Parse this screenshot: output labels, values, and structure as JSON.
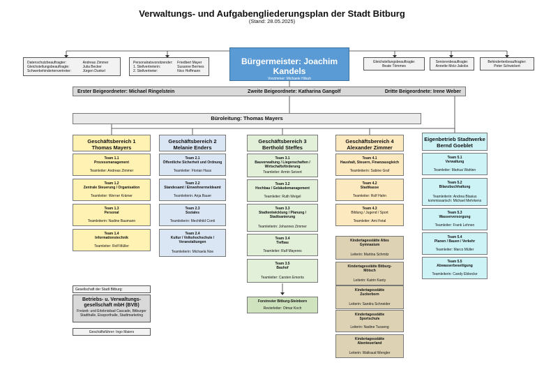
{
  "header": {
    "title": "Verwaltungs- und Aufgabengliederungsplan der Stadt Bitburg",
    "subtitle": "(Stand: 28.05.2025)"
  },
  "mayor": {
    "title": "Bürgermeister: Joachim Kandels",
    "sub": "Vorzimmer: Michaele Hilsuh"
  },
  "left_officers": [
    {
      "role": "Datenschutzbeauftragter:",
      "name": "Andreas Zimmer"
    },
    {
      "role": "Gleichstellungsbeauftragte:",
      "name": "Julia Becker"
    },
    {
      "role": "Schwerbehindertenvertreter:",
      "name": "Jürgen Dunkel"
    }
  ],
  "staff_council": [
    {
      "role": "Personalratsvorsitzender:",
      "name": "Friedbert Mayer"
    },
    {
      "role": "1. Stellvertreterin:",
      "name": "Susanne Bermes"
    },
    {
      "role": "2. Stellvertreter:",
      "name": "Nico Hoffmann"
    }
  ],
  "right_officers": [
    {
      "role": "Gleichstellungsbeauftragte:",
      "name": "Beate Tömmes"
    },
    {
      "role": "Seniorenbeauftragte:",
      "name": "Annette Molz-Jakobs"
    },
    {
      "role": "Behindertenbeauftragter:",
      "name": "Peter Schwickert"
    }
  ],
  "deputies": {
    "first": "Erster Beigeordneter: Michael Ringelstein",
    "second": "Zweite Beigeordnete: Katharina Gangolf",
    "third": "Dritte Beigeordnete: Irene Weber"
  },
  "office_management": "Büroleitung: Thomas Mayers",
  "divisions": [
    {
      "title": "Geschäftsbereich 1",
      "lead": "Thomas Mayers",
      "teams": [
        {
          "id": "Team 1.1",
          "name": "Prozessmanagement",
          "leader": "Teamleiter: Andreas Zimmer"
        },
        {
          "id": "Team 1.2",
          "name": "Zentrale Steuerung / Organisation",
          "leader": "Teamleiter: Werner Krämer"
        },
        {
          "id": "Team 1.3",
          "name": "Personal",
          "leader": "Teamleiterin: Nadine Baumann"
        },
        {
          "id": "Team 1.4",
          "name": "Informationstechnik",
          "leader": "Teamleiter: Rolf Müller"
        }
      ]
    },
    {
      "title": "Geschäftsbereich 2",
      "lead": "Melanie Enders",
      "teams": [
        {
          "id": "Team 2.1",
          "name": "Öffentliche Sicherheit und Ordnung",
          "leader": "Teamleiter: Florian Haus"
        },
        {
          "id": "Team 2.2",
          "name": "Standesamt / Einwohnermeldeamt",
          "leader": "Teamleiterin: Anja Bauer"
        },
        {
          "id": "Team 2.3",
          "name": "Soziales",
          "leader": "Teamleiterin: Mechthild Conti"
        },
        {
          "id": "Team 2.4",
          "name": "Kultur / Volkshochschule / Veranstaltungen",
          "leader": "Teamleiterin: Michaela Noe"
        }
      ]
    },
    {
      "title": "Geschäftsbereich 3",
      "lead": "Berthold Steffes",
      "teams": [
        {
          "id": "Team 3.1",
          "name": "Bauverwaltung / Liegenschaften / Wirtschaftsförderung",
          "leader": "Teamleiter: Armin Seivert"
        },
        {
          "id": "Team 3.2",
          "name": "Hochbau / Gebäudemanagement",
          "leader": "Teamleiter: Ruth Weigel"
        },
        {
          "id": "Team 3.3",
          "name": "Stadtentwicklung / Planung / Stadtsanierung",
          "leader": "Teamleiterin: Johannes Zimmer"
        },
        {
          "id": "Team 3.4",
          "name": "Tiefbau",
          "leader": "Teamleiter: Ralf Mayeres"
        },
        {
          "id": "Team 3.5",
          "name": "Bauhof",
          "leader": "Teamleiter: Carsten Emonts"
        }
      ],
      "forestry": {
        "name": "Forstrevier Bitburg-Steinborn",
        "leader": "Revierleiter: Otmar Koch"
      }
    },
    {
      "title": "Geschäftsbereich 4",
      "lead": "Alexander Zimmer",
      "teams": [
        {
          "id": "Team 4.1",
          "name": "Haushalt, Steuern, Finanzausgleich",
          "leader": "Teamleiterin: Sabine Graf"
        },
        {
          "id": "Team 4.2",
          "name": "Stadtkasse",
          "leader": "Teamleiter: Rolf Hahn"
        },
        {
          "id": "Team 4.3",
          "name": "Bildung / Jugend / Sport",
          "leader": "Teamleiter: Ami Fetal"
        }
      ],
      "kitas": [
        {
          "name": "Kindertagesstätte Altes Gymnasium",
          "leader": "Leiterin: Martina Schmitz"
        },
        {
          "name": "Kindertagesstätte Bitburg-Mötsch",
          "leader": "Leiterin: Katrin Kanty"
        },
        {
          "name": "Kindertagesstätte Zuckerborn",
          "leader": "Leiterin: Sandra Schneider"
        },
        {
          "name": "Kindertagesstätte Sportschule",
          "leader": "Leiterin: Nadine Tusseng"
        },
        {
          "name": "Kindertagesstätte Abenteuerland",
          "leader": "Leiterin: Waltraud Wengler"
        }
      ]
    },
    {
      "title": "Eigenbetrieb Stadtwerke",
      "lead": "Bernd Goeblet",
      "teams": [
        {
          "id": "Team 5.1",
          "name": "Verwaltung",
          "leader": "Teamleiter: Markus Wahlen"
        },
        {
          "id": "Team 5.2",
          "name": "Bilanzbuchhaltung",
          "leader": "Teamleiterin: Andrea Blasius",
          "leader2": "kommissarisch: Michael Mehrkens"
        },
        {
          "id": "Team 5.3",
          "name": "Wasserversorgung",
          "leader": "Teamleiter: Frank Lehnen"
        },
        {
          "id": "Team 5.4",
          "name": "Planen / Bauen / Verkehr",
          "leader": "Teamleiter: Marco Müller"
        },
        {
          "id": "Team 5.5",
          "name": "Abwasserbeseitigung",
          "leader": "Teamleiterin: Candy Ebbecke"
        }
      ]
    }
  ],
  "bvb": {
    "label": "Gesellschaft der Stadt Bitburg:",
    "name": "Betriebs- u. Verwaltungs-gesellschaft mbH (BVB)",
    "desc": "Freizeit- und Erlebnisbad Cascade, Bitburger Stadthalle, Eissporthalle, Stadtmarketing",
    "manager": "Geschäftsführer: Ingo Maiers"
  }
}
